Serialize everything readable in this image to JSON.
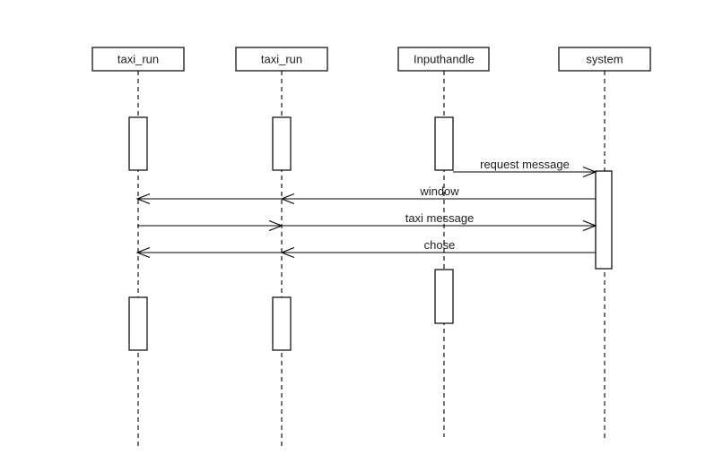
{
  "diagram": {
    "type": "uml-sequence-diagram",
    "background_color": "#ffffff",
    "line_color": "#000000",
    "text_color": "#1c1c1c",
    "participants": [
      {
        "id": "taxi_run_1",
        "label": "taxi_run"
      },
      {
        "id": "taxi_run_2",
        "label": "taxi_run"
      },
      {
        "id": "inputhandle",
        "label": "Inputhandle"
      },
      {
        "id": "system",
        "label": "system"
      }
    ],
    "messages": [
      {
        "label": "request message",
        "from": "inputhandle",
        "to": "system",
        "direction": "right",
        "arrowheads_at": [
          "system"
        ]
      },
      {
        "label": "window",
        "from": "system",
        "to": "taxi_run_1",
        "direction": "left",
        "arrowheads_at": [
          "taxi_run_2",
          "taxi_run_1"
        ]
      },
      {
        "label": "taxi message",
        "from": "taxi_run_1",
        "to": "system",
        "direction": "right",
        "arrowheads_at": [
          "taxi_run_2",
          "system"
        ]
      },
      {
        "label": "chose",
        "from": "system",
        "to": "taxi_run_1",
        "direction": "left",
        "arrowheads_at": [
          "taxi_run_2",
          "taxi_run_1"
        ]
      }
    ],
    "activations": [
      {
        "participant": "taxi_run_1",
        "slot": "upper"
      },
      {
        "participant": "taxi_run_2",
        "slot": "upper"
      },
      {
        "participant": "inputhandle",
        "slot": "upper"
      },
      {
        "participant": "system",
        "slot": "middle"
      },
      {
        "participant": "inputhandle",
        "slot": "lower"
      },
      {
        "participant": "taxi_run_1",
        "slot": "lower"
      },
      {
        "participant": "taxi_run_2",
        "slot": "lower"
      }
    ]
  }
}
